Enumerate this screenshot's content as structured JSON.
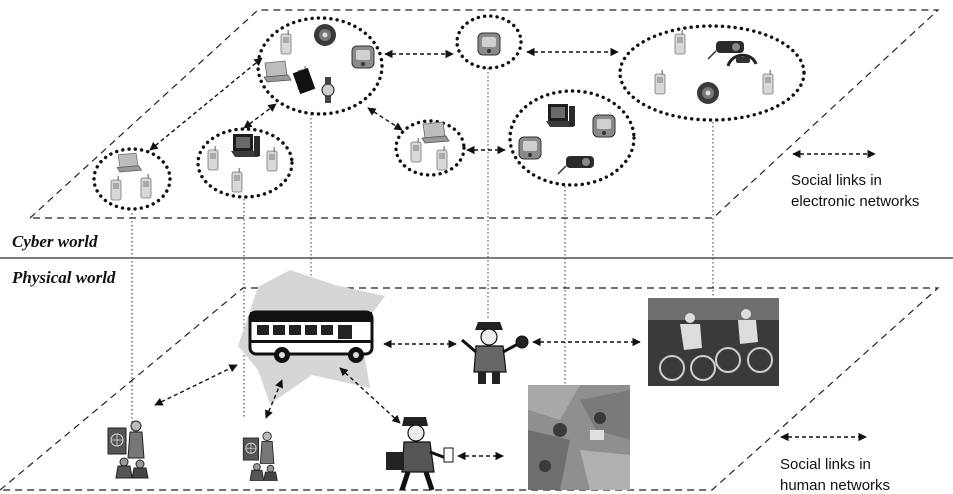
{
  "labels": {
    "cyber_world": "Cyber world",
    "physical_world": "Physical world"
  },
  "legend": {
    "electronic_line1": "Social links in",
    "electronic_line2": "electronic networks",
    "human_line1": "Social links in",
    "human_line2": "human networks"
  },
  "icons": {
    "cyber_devices": [
      "mobile-phone",
      "laptop",
      "desktop-computer",
      "pda",
      "mp3-player",
      "wristwatch",
      "digital-camera",
      "headset"
    ],
    "physical_entities": [
      "school-bus",
      "police-officer",
      "cyclists-photo",
      "teacher-with-students",
      "mailman",
      "crowd-photo"
    ]
  },
  "colors": {
    "line": "#111111",
    "background": "#ffffff"
  }
}
